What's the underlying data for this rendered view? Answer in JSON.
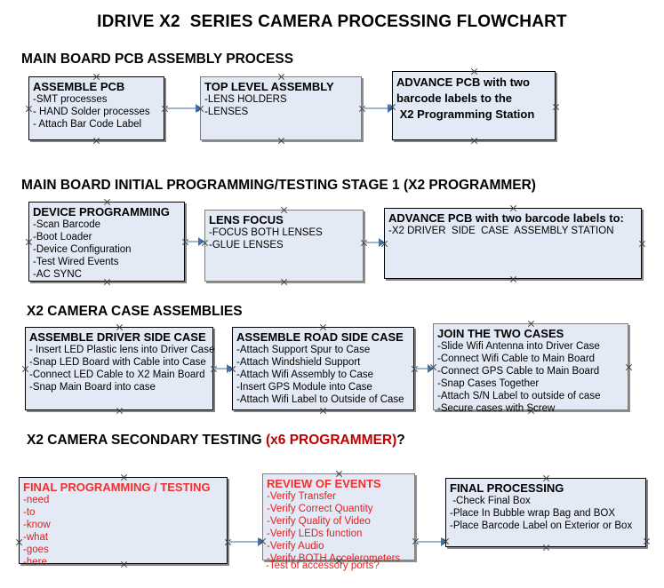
{
  "document": {
    "title": "IDRIVE X2  SERIES CAMERA PROCESSING FLOWCHART",
    "background_color": "#ffffff",
    "box_fill_color": "#e3eaf5",
    "box_border_color": "#000000",
    "connector_color": "#9fb6cd",
    "arrowhead_color": "#4472a8",
    "red_text_color": "#e02020"
  },
  "sections": [
    {
      "id": "main-board-pcb-assembly",
      "title": "MAIN BOARD PCB ASSEMBLY PROCESS",
      "title_suffix": "",
      "boxes": [
        {
          "id": "assemble-pcb",
          "heading": "ASSEMBLE PCB",
          "lines": [
            "-SMT processes",
            "- HAND Solder processes",
            "- Attach Bar Code Label"
          ]
        },
        {
          "id": "top-level-assembly",
          "heading": "TOP LEVEL ASSEMBLY",
          "lines": [
            "-LENS HOLDERS",
            "-LENSES"
          ]
        },
        {
          "id": "advance-pcb-x2-programming-station",
          "heading": "ADVANCE PCB with two\nbarcode labels to the\n X2 Programming Station",
          "lines": []
        }
      ]
    },
    {
      "id": "main-board-initial-programming",
      "title": "MAIN BOARD INITIAL PROGRAMMING/TESTING STAGE 1 (X2 PROGRAMMER)",
      "title_suffix": "",
      "boxes": [
        {
          "id": "device-programming",
          "heading": "DEVICE PROGRAMMING",
          "lines": [
            "-Scan Barcode",
            "-Boot Loader",
            "-Device Configuration",
            "-Test Wired Events",
            "-AC SYNC"
          ]
        },
        {
          "id": "lens-focus",
          "heading": "LENS FOCUS",
          "lines": [
            "-FOCUS BOTH LENSES",
            "-GLUE LENSES"
          ]
        },
        {
          "id": "advance-pcb-driver-side-case",
          "heading": "ADVANCE PCB with two barcode labels to:",
          "lines": [
            "-X2 DRIVER  SIDE  CASE  ASSEMBLY STATION"
          ]
        }
      ]
    },
    {
      "id": "x2-camera-case-assemblies",
      "title": "X2 CAMERA CASE ASSEMBLIES",
      "title_suffix": "",
      "boxes": [
        {
          "id": "assemble-driver-side-case",
          "heading": "ASSEMBLE DRIVER SIDE CASE",
          "lines": [
            "- Insert LED Plastic lens into Driver Case",
            "-Snap LED Board with Cable into Case",
            "-Connect LED Cable to X2 Main Board",
            "-Snap Main Board into case"
          ]
        },
        {
          "id": "assemble-road-side-case",
          "heading": "ASSEMBLE ROAD SIDE CASE",
          "lines": [
            "-Attach Support Spur to Case",
            "-Attach Windshield Support",
            "-Attach Wifi Assembly to Case",
            "-Insert GPS Module into Case",
            "-Attach Wifi Label to Outside of Case"
          ]
        },
        {
          "id": "join-the-two-cases",
          "heading": "JOIN THE TWO CASES",
          "lines": [
            "-Slide Wifi Antenna into Driver Case",
            "-Connect Wifi Cable to Main Board",
            "-Connect GPS Cable to Main Board",
            "-Snap Cases Together",
            "-Attach S/N Label to outside of case",
            "-Secure cases with Screw"
          ]
        }
      ]
    },
    {
      "id": "x2-camera-secondary-testing",
      "title": "X2 CAMERA SECONDARY TESTING ",
      "title_red": "(x6 PROGRAMMER)",
      "title_suffix": "?",
      "boxes": [
        {
          "id": "final-programming-testing",
          "heading": "FINAL PROGRAMMING / TESTING",
          "lines": [
            "-need",
            "-to",
            "-know",
            "-what",
            "-goes",
            "-here"
          ]
        },
        {
          "id": "review-of-events",
          "heading": "REVIEW OF EVENTS",
          "lines": [
            "-Verify Transfer",
            "-Verify Correct Quantity",
            "-Verify Quality of Video",
            "-Verify LEDs function",
            "-Verify Audio",
            "-Verify BOTH Accelerometers"
          ],
          "overflow_line": "-Test of accessory ports?"
        },
        {
          "id": "final-processing",
          "heading": "FINAL PROCESSING",
          "lines": [
            " -Check Final Box",
            "-Place In Bubble wrap Bag and BOX",
            "-Place Barcode Label on Exterior or Box"
          ]
        }
      ]
    }
  ]
}
